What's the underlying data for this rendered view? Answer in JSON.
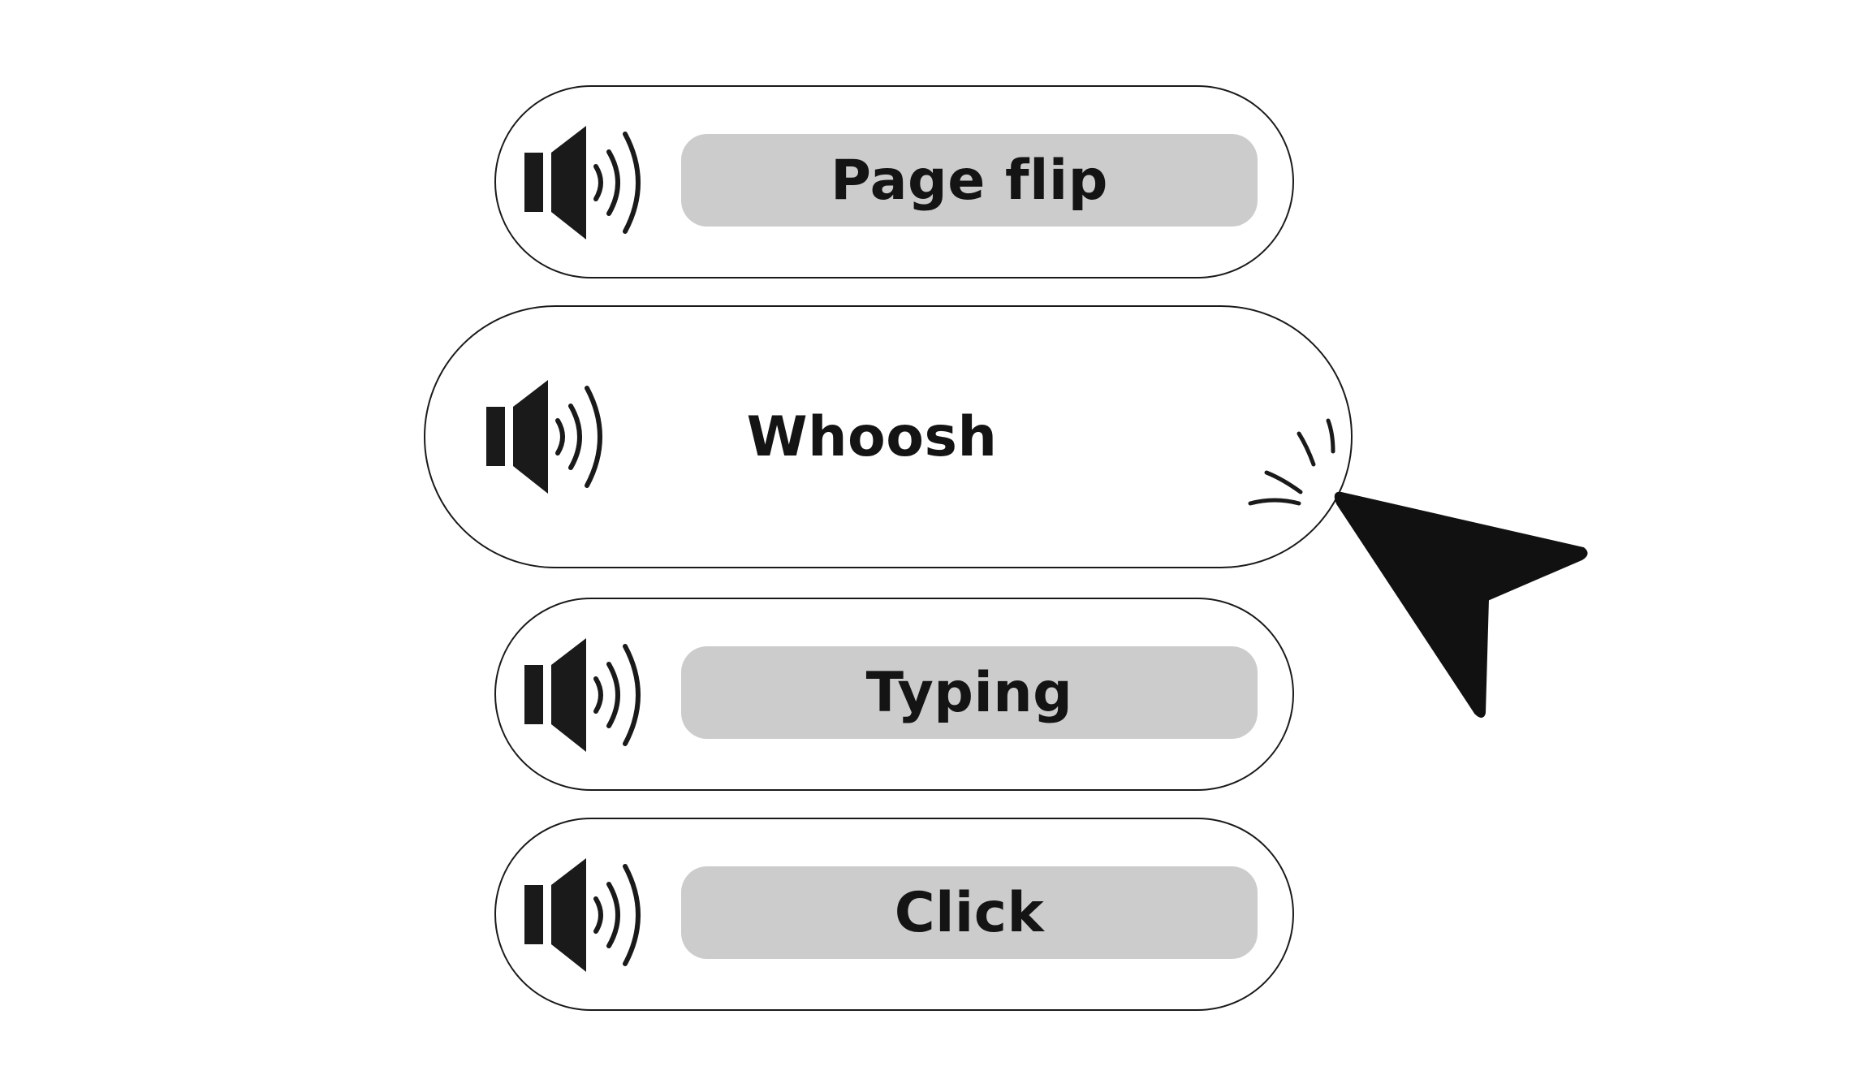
{
  "sound_buttons": [
    {
      "label": "Page flip",
      "icon": "speaker-icon"
    },
    {
      "label": "Whoosh",
      "icon": "speaker-icon",
      "state": "hovered"
    },
    {
      "label": "Typing",
      "icon": "speaker-icon"
    },
    {
      "label": "Click",
      "icon": "speaker-icon"
    }
  ],
  "cursor": {
    "icon": "mouse-pointer-icon",
    "effect": "click-burst-lines"
  },
  "colors": {
    "label_background": "#cccccc",
    "stroke": "#1a1a1a",
    "background": "#ffffff"
  }
}
